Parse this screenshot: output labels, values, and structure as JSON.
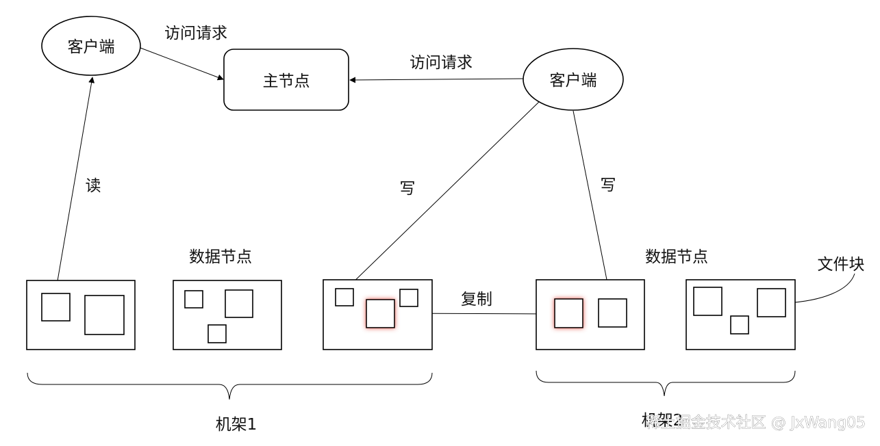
{
  "labels": {
    "client": "客户端",
    "master": "主节点",
    "access_request": "访问请求",
    "read": "读",
    "write": "写",
    "data_node": "数据节点",
    "replicate": "复制",
    "file_block": "文件块",
    "rack1": "机架1",
    "rack2": "机架2"
  },
  "watermark": "稀土掘金技术社区 @ JxWang05",
  "colors": {
    "highlight_glow": "#e0453a",
    "stroke": "#000000",
    "text": "#111111"
  }
}
